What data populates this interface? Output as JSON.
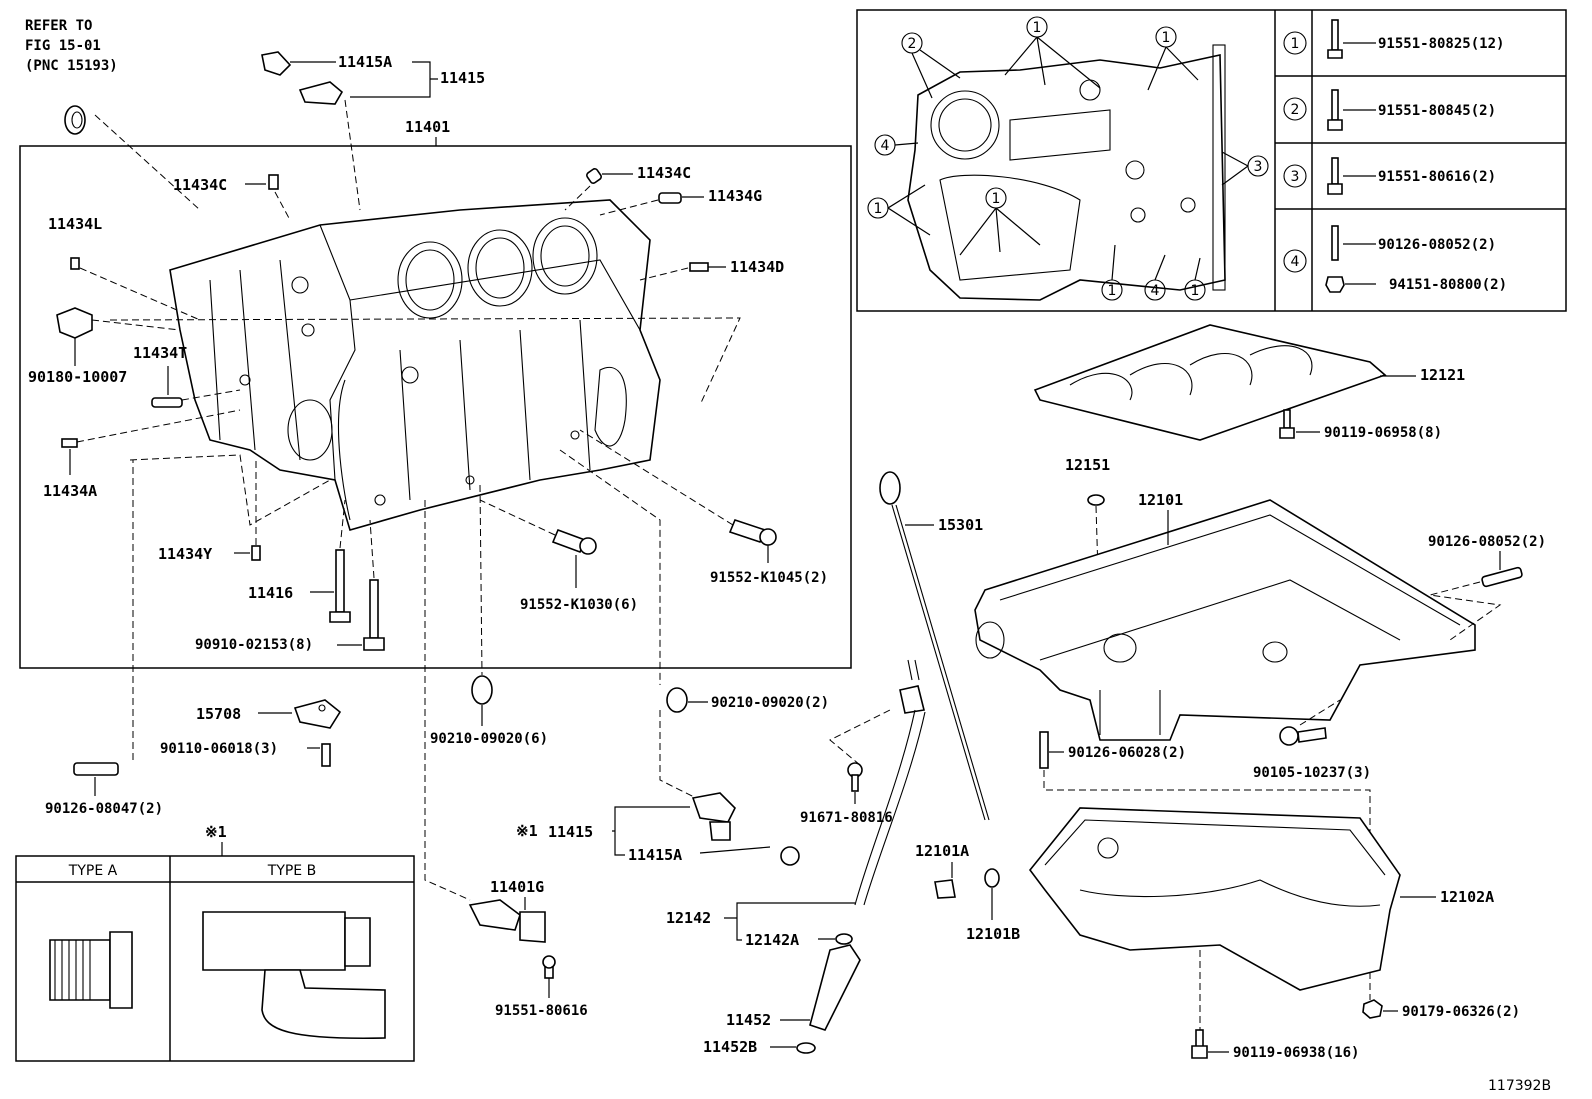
{
  "refer": [
    "REFER TO",
    "FIG 15-01",
    "(PNC 15193)"
  ],
  "parts": {
    "p11415A_top": "11415A",
    "p11415_top": "11415",
    "p11401": "11401",
    "p11434C_l": "11434C",
    "p11434C_r": "11434C",
    "p11434G": "11434G",
    "p11434L": "11434L",
    "p11434D": "11434D",
    "p90180": "90180-10007",
    "p11434T": "11434T",
    "p11434A": "11434A",
    "p11434Y": "11434Y",
    "p11416": "11416",
    "p90910": "90910-02153(8)",
    "p91552_1030": "91552-K1030(6)",
    "p91552_1045": "91552-K1045(2)",
    "p15708": "15708",
    "p90110": "90110-06018(3)",
    "p90126_08047": "90126-08047(2)",
    "p90210_6": "90210-09020(6)",
    "p90210_2": "90210-09020(2)",
    "p11415_bot": "11415",
    "p11415A_bot": "11415A",
    "p11401G": "11401G",
    "p91551_80616": "91551-80616",
    "p12142": "12142",
    "p12142A": "12142A",
    "p11452": "11452",
    "p11452B": "11452B",
    "p15301": "15301",
    "p91671": "91671-80816",
    "p12101A": "12101A",
    "p12101B": "12101B",
    "p12151": "12151",
    "p12101": "12101",
    "p12121": "12121",
    "p90119_06958": "90119-06958(8)",
    "p90126_08052": "90126-08052(2)",
    "p90126_06028": "90126-06028(2)",
    "p90105": "90105-10237(3)",
    "p12102A": "12102A",
    "p90179": "90179-06326(2)",
    "p90119_06938": "90119-06938(16)"
  },
  "note_mark": "※1",
  "type_box": {
    "mark": "※1",
    "type_a": "TYPE A",
    "type_b": "TYPE B"
  },
  "bolt_legend": [
    {
      "num": "1",
      "parts": [
        "91551-80825(12)"
      ]
    },
    {
      "num": "2",
      "parts": [
        "91551-80845(2)"
      ]
    },
    {
      "num": "3",
      "parts": [
        "91551-80616(2)"
      ]
    },
    {
      "num": "4",
      "parts": [
        "90126-08052(2)",
        "94151-80800(2)"
      ]
    }
  ],
  "inset_callouts": [
    "1",
    "2",
    "1",
    "4",
    "1",
    "1",
    "3",
    "1",
    "4",
    "1"
  ],
  "figure_id": "117392B"
}
